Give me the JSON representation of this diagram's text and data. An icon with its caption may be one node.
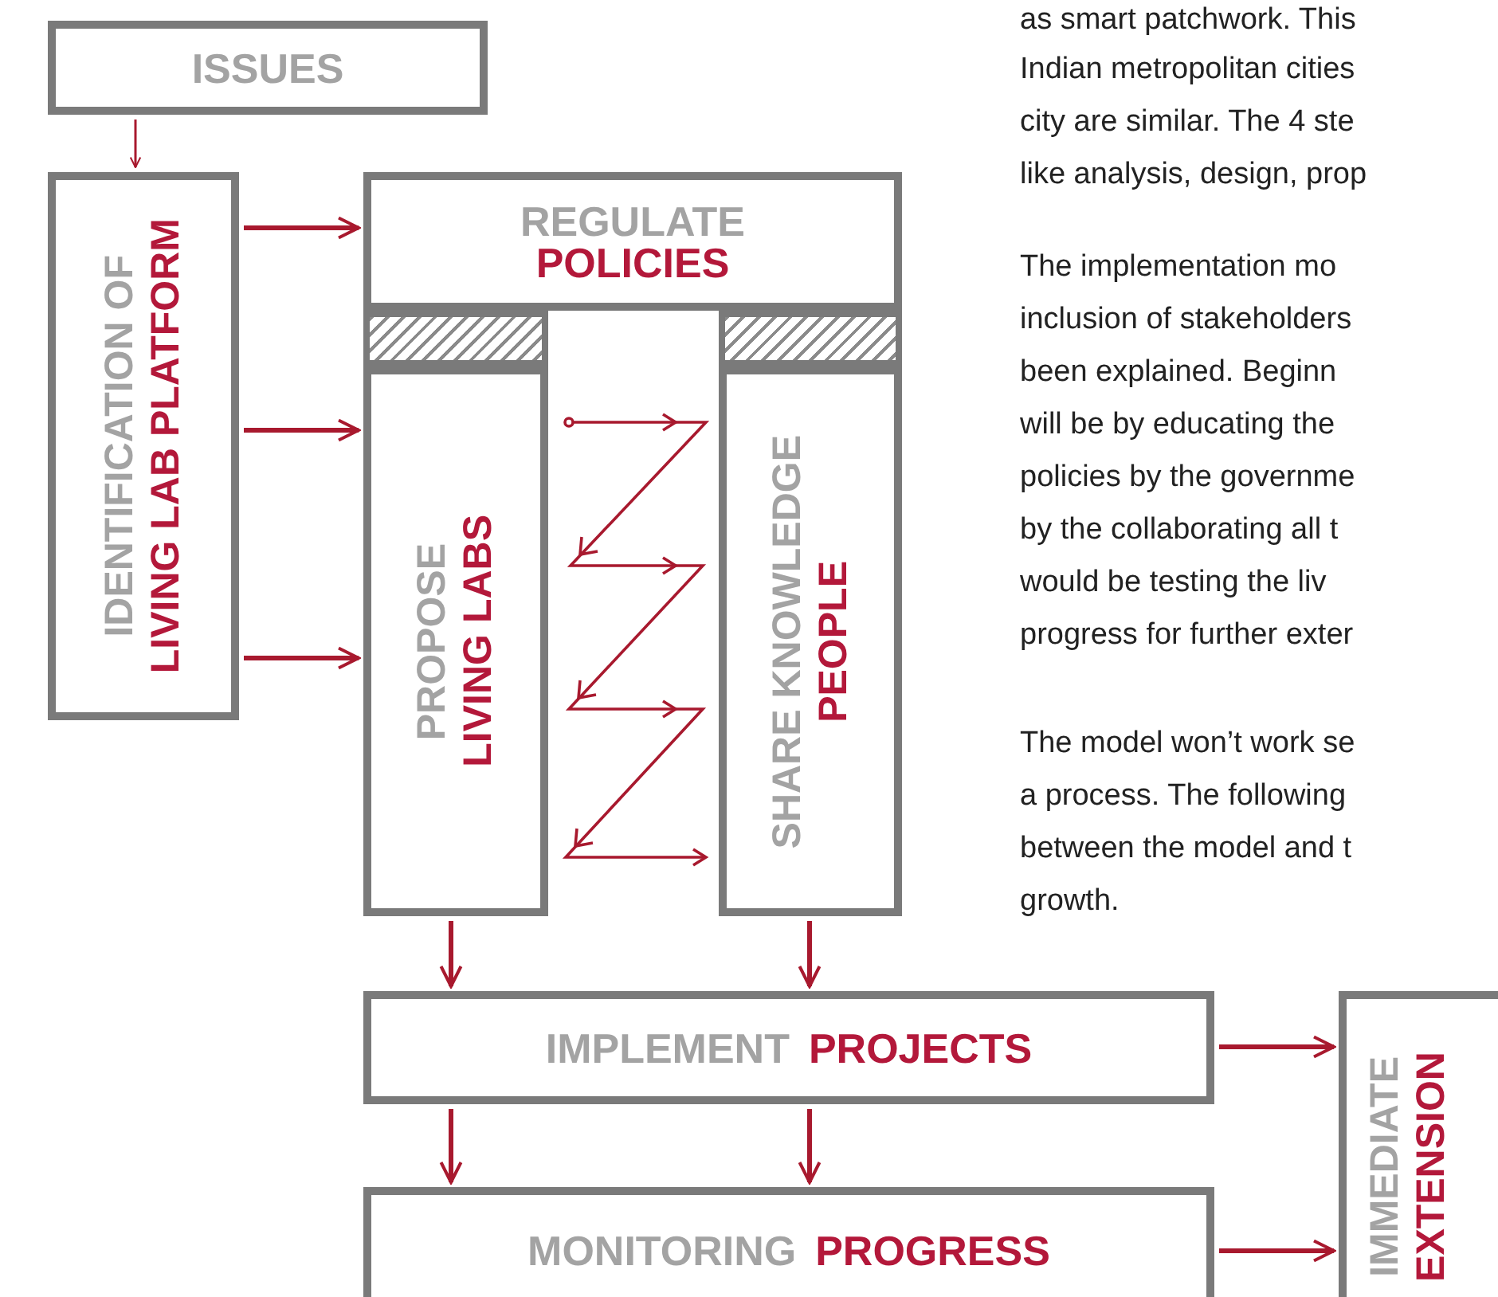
{
  "diagram": {
    "nodes": [
      {
        "text": [
          "ISSUES"
        ]
      },
      {
        "text": [
          "IDENTIFICATION OF",
          "LIVING LAB PLATFORM"
        ]
      },
      {
        "text": [
          "REGULATE",
          "POLICIES"
        ]
      },
      {
        "text": [
          "PROPOSE",
          "LIVING LABS"
        ]
      },
      {
        "text": [
          "SHARE KNOWLEDGE",
          "PEOPLE"
        ]
      },
      {
        "text": [
          "IMPLEMENT",
          "PROJECTS"
        ]
      },
      {
        "text": [
          "MONITORING",
          "PROGRESS"
        ]
      },
      {
        "text": [
          "IMMEDIATE",
          "EXTENSION"
        ]
      },
      {
        "text": [],
        "shape": "bar"
      },
      {
        "text": [],
        "shape": "bar"
      }
    ],
    "edges": [
      {
        "from": 0,
        "to": 1,
        "arrow": "to"
      },
      {
        "from": 1,
        "to": 2,
        "arrow": "to"
      },
      {
        "from": 1,
        "to": 3,
        "arrow": "to"
      },
      {
        "from": 1,
        "to": 3,
        "arrow": "to"
      },
      {
        "from": 3,
        "to": 5,
        "arrow": "to"
      },
      {
        "from": 4,
        "to": 5,
        "arrow": "to"
      },
      {
        "from": 5,
        "to": 6,
        "arrow": "to"
      },
      {
        "from": 5,
        "to": 6,
        "arrow": "to"
      },
      {
        "from": 5,
        "to": 7,
        "arrow": "to"
      },
      {
        "from": 6,
        "to": 7,
        "arrow": "to"
      }
    ],
    "labels": [
      "as smart patchwork. This",
      "Indian metropolitan cities",
      "city are similar. The 4 ste",
      "like analysis, design, prop",
      "The implementation mo",
      "inclusion of stakeholders",
      "been explained. Beginn",
      "will be by educating the",
      "policies by the governme",
      "by the collaborating all t",
      "would be testing the liv",
      "progress for further exter",
      "The model won’t work se",
      "a process. The following",
      "between the model and t",
      "growth."
    ]
  }
}
